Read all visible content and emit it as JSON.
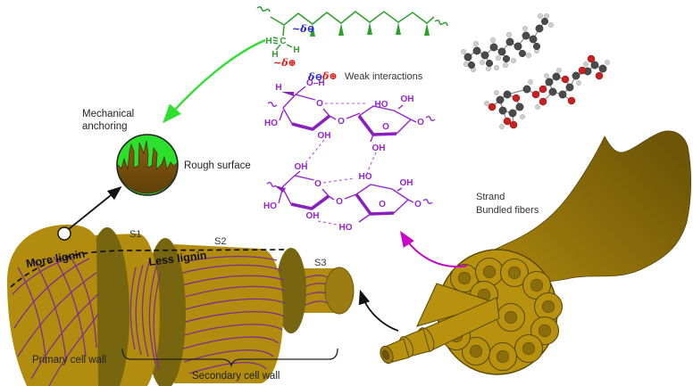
{
  "polymer": {
    "h": "H",
    "c": "C",
    "delta_minus": "~δ⊖",
    "delta_plus": "~δ⊕"
  },
  "weak": {
    "delta_minus": "δ⊖",
    "delta_plus": "δ⊕",
    "label": "Weak interactions"
  },
  "chem": {
    "h": "H",
    "o": "O",
    "oh": "OH",
    "ho": "HO",
    "oh_bond": "O–H"
  },
  "anchor": {
    "line1": "Mechanical",
    "line2": "anchoring",
    "rough": "Rough surface"
  },
  "wall": {
    "s1": "S1",
    "s2": "S2",
    "s3": "S3",
    "more": "More lignin",
    "less": "Less lignin",
    "primary": "Primary cell wall",
    "secondary": "Secondary cell wall"
  },
  "strand": {
    "line1": "Strand",
    "line2": "Bundled fibers"
  },
  "colors": {
    "gold": "#b28c0e",
    "bundle_gold": "#b8920f",
    "dark_rim": "#77660f",
    "fibril_purple": "#7d2f8e",
    "chain_purple": "#9423d6",
    "polymer_green": "#2ca02c",
    "arrow_green": "#2ee02e",
    "delta_blue": "#1a1aee",
    "delta_red": "#e81010",
    "magenta_arrow": "#cc00cc",
    "anchor_green": "#2ce02c",
    "anchor_brown": "#7a5210",
    "atom_carbon": "#4a4a4a",
    "atom_oxygen": "#cc2020",
    "atom_hydrogen": "#cfcfcf"
  }
}
